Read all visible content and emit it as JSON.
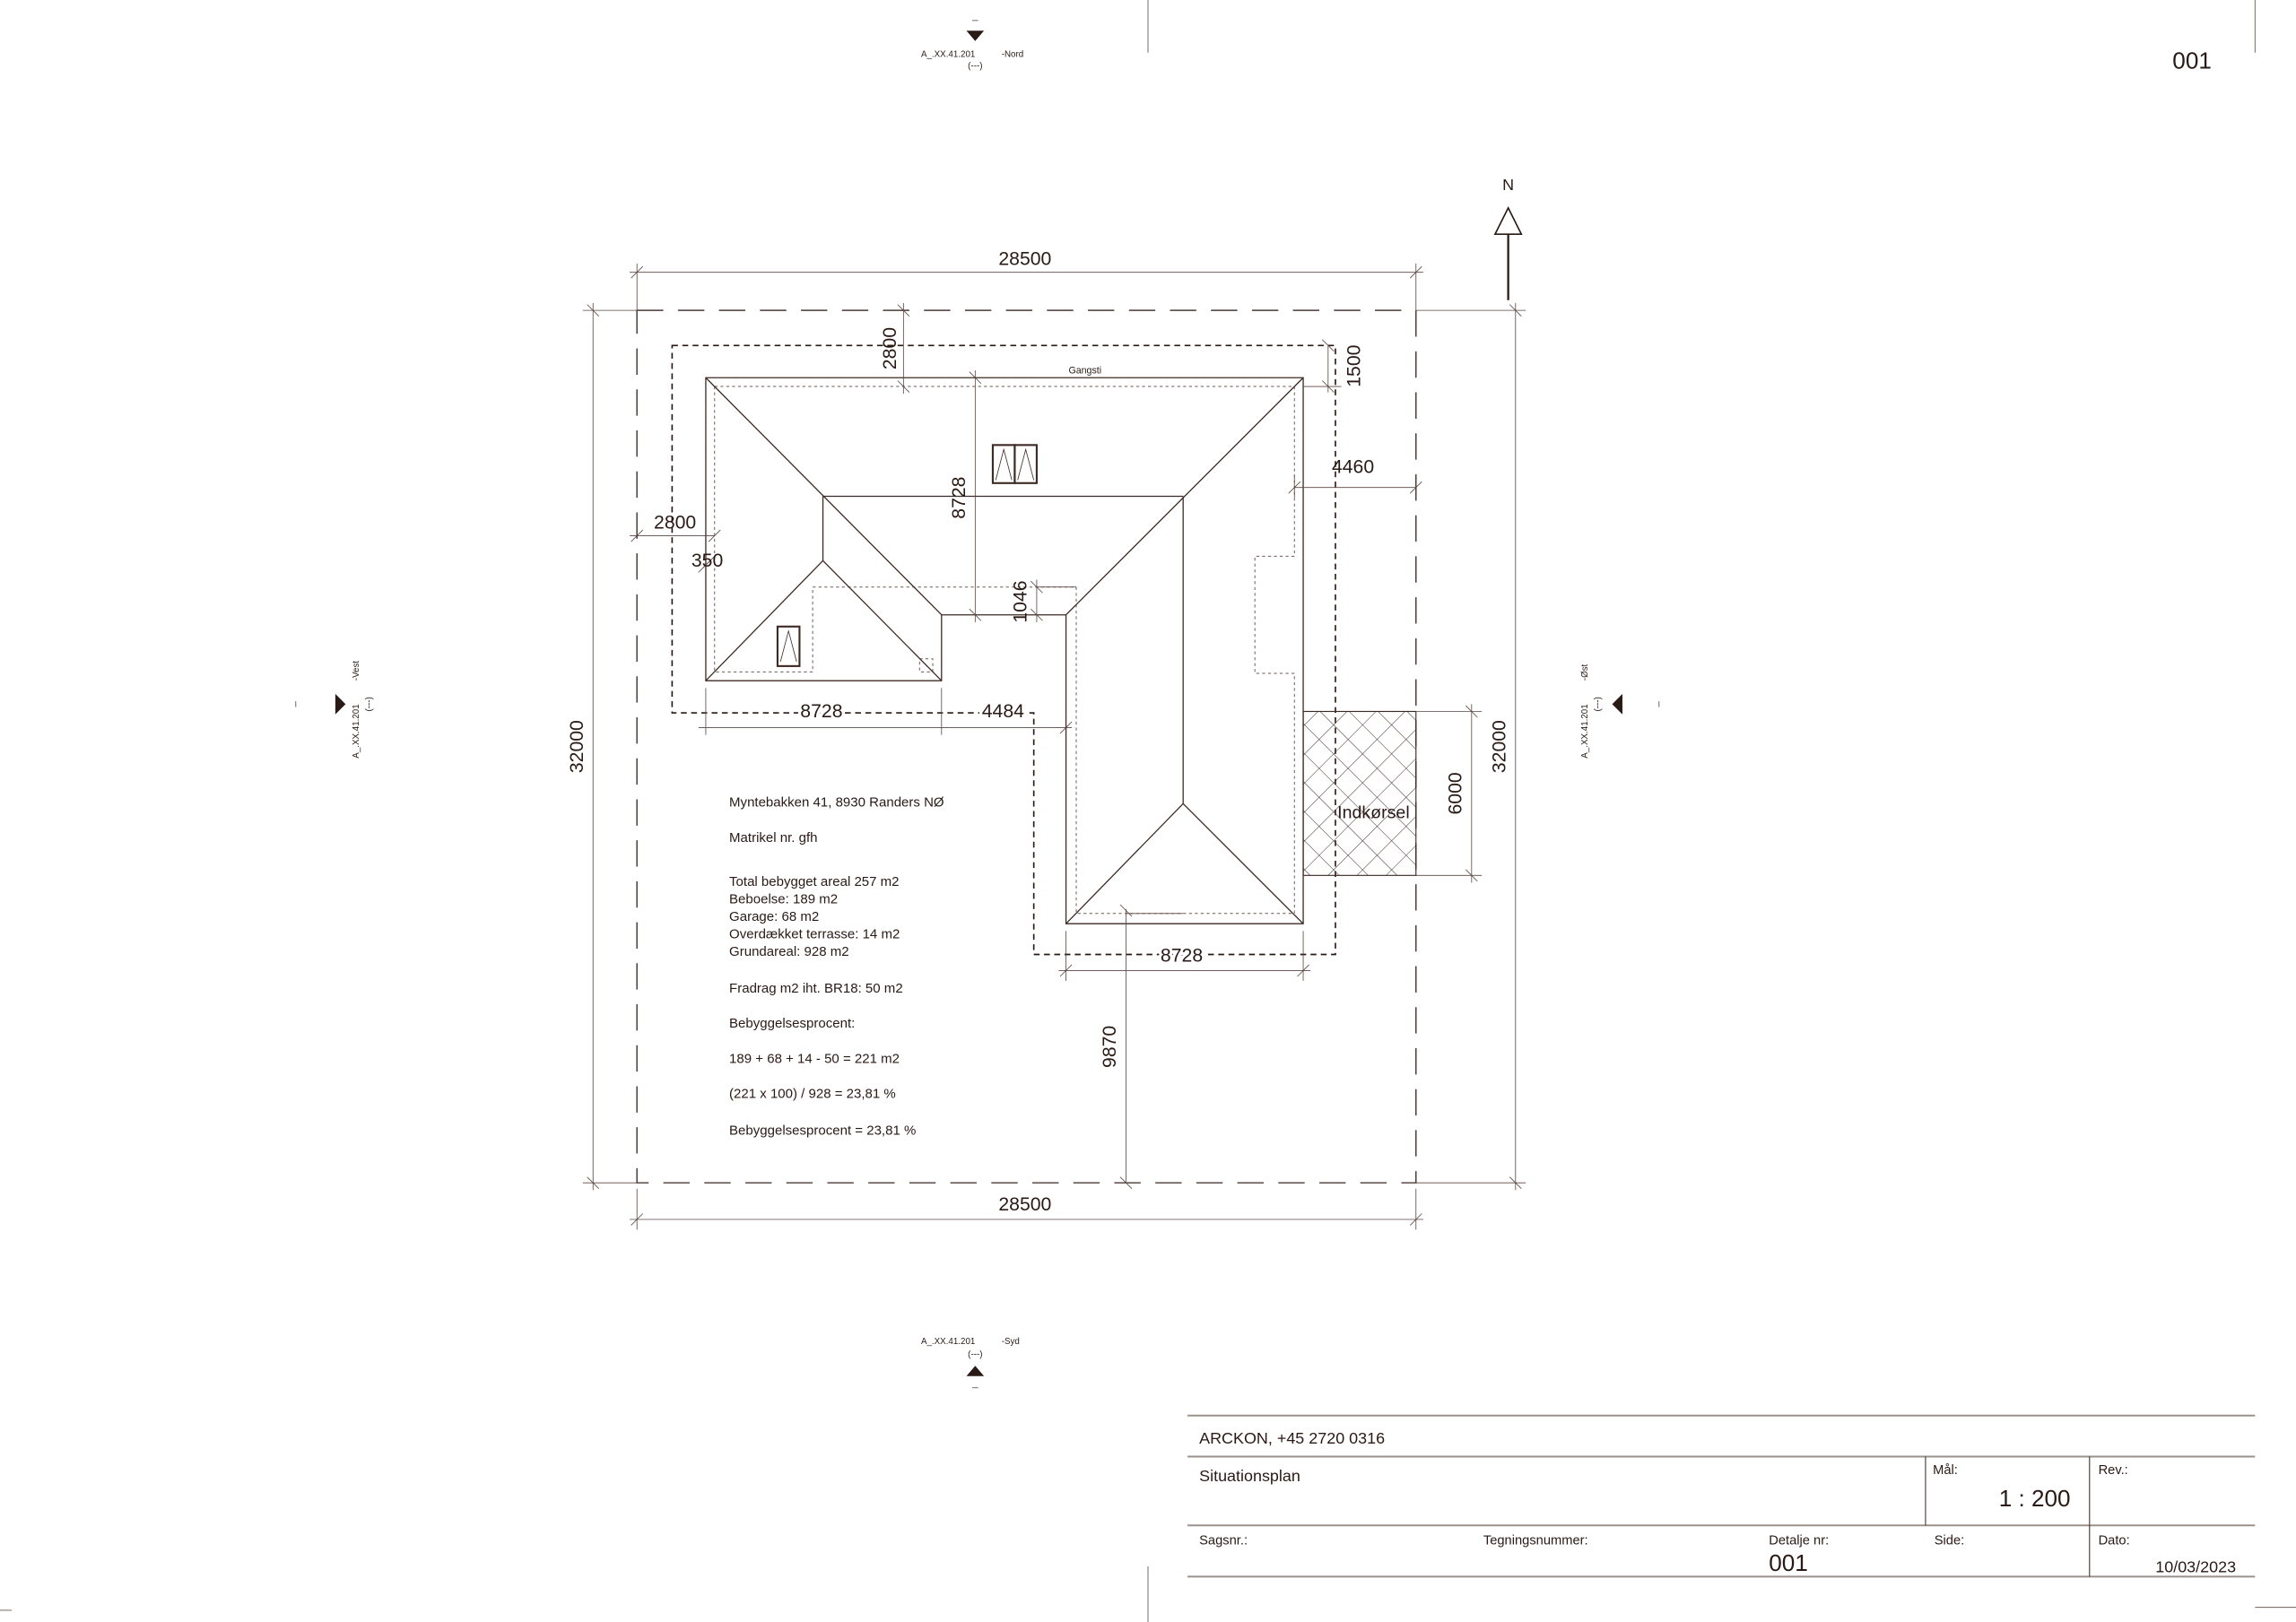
{
  "sheet_number": "001",
  "north_label": "N",
  "sections": {
    "nord": {
      "ref": "A_.XX.41.201",
      "dir": "-Nord",
      "sub": "(---)"
    },
    "syd": {
      "ref": "A_.XX.41.201",
      "dir": "-Syd",
      "sub": "(---)"
    },
    "vest": {
      "ref": "A_.XX.41.201",
      "dir": "-Vest",
      "sub": "(---)"
    },
    "ost": {
      "ref": "A_.XX.41.201",
      "dir": "-Øst",
      "sub": "(---)"
    }
  },
  "dimensions": {
    "top_width": "28500",
    "bottom_width": "28500",
    "left_height": "32000",
    "right_height": "32000",
    "north_setback": "2800",
    "ne_offset": "1500",
    "east_setback": "4460",
    "west_setback": "2800",
    "eave": "350",
    "house_depth": "8728",
    "step": "1046",
    "house_width": "8728",
    "setback_4484": "4484",
    "garage_width": "8728",
    "south_setback": "9870",
    "driveway": "6000"
  },
  "labels": {
    "path": "Gangsti",
    "driveway": "Indkørsel"
  },
  "notes": [
    "Myntebakken 41, 8930 Randers NØ",
    "Matrikel nr. gfh",
    "Total bebygget areal 257 m2",
    "Beboelse: 189 m2",
    "Garage: 68 m2",
    "Overdækket terrasse: 14 m2",
    "Grundareal: 928 m2",
    "Fradrag m2 iht. BR18: 50 m2",
    "Bebyggelsesprocent:",
    "189 + 68 + 14 - 50 = 221 m2",
    "(221 x 100) / 928 = 23,81 %",
    "Bebyggelsesprocent = 23,81 %"
  ],
  "title_block": {
    "company": "ARCKON, +45 2720 0316",
    "title": "Situationsplan",
    "scale_label": "Mål:",
    "scale": "1 : 200",
    "rev_label": "Rev.:",
    "case_label": "Sagsnr.:",
    "drawing_label": "Tegningsnummer:",
    "detail_label": "Detalje nr:",
    "detail": "001",
    "page_label": "Side:",
    "date_label": "Dato:",
    "date": "10/03/2023"
  }
}
